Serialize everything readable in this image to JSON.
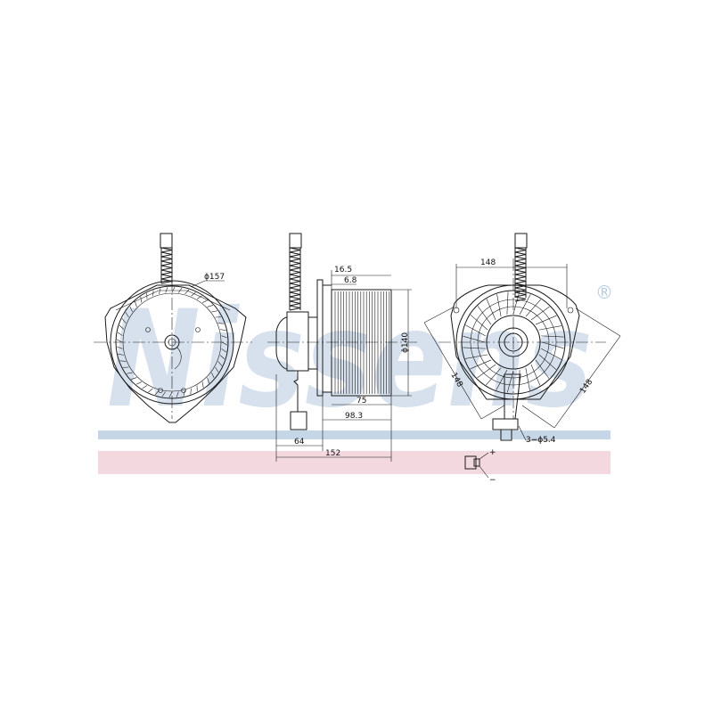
{
  "watermark": {
    "text": "Nissens",
    "registered_mark": "®",
    "text_color": "#c9d8e8",
    "band_blue": "#c4d6e8",
    "band_pink": "#f3d9df"
  },
  "dimensions": {
    "front_diameter": "ϕ157",
    "side_16_5": "16.5",
    "side_6_8": "6.8",
    "side_diameter_140": "ϕ140",
    "side_75": "75",
    "side_98_3": "98.3",
    "side_64": "64",
    "side_152": "152",
    "back_148_top": "148",
    "back_148_left": "148",
    "back_148_right": "148",
    "back_holes": "3−ϕ5.4"
  },
  "connector": {
    "plus": "+",
    "minus": "−"
  }
}
